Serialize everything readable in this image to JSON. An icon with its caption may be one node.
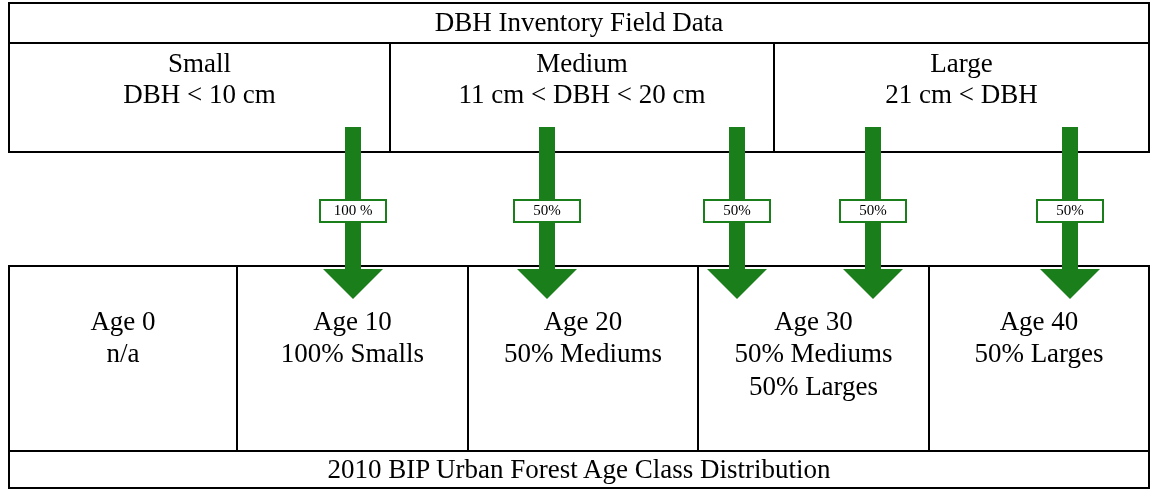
{
  "diagram": {
    "nodes": [
      {
        "text": [
          "DBH Inventory Field Data"
        ]
      },
      {
        "text": [
          "Small",
          "DBH < 10 cm"
        ]
      },
      {
        "text": [
          "Medium",
          "11 cm < DBH < 20 cm"
        ]
      },
      {
        "text": [
          "Large",
          "21 cm < DBH"
        ]
      },
      {
        "text": [
          "Age 0",
          "n/a"
        ]
      },
      {
        "text": [
          "Age 10",
          "100% Smalls"
        ]
      },
      {
        "text": [
          "Age 20",
          "50% Mediums"
        ]
      },
      {
        "text": [
          "Age 30",
          "50% Mediums 50% Larges"
        ]
      },
      {
        "text": [
          "Age 40",
          "50% Larges"
        ]
      },
      {
        "text": [
          "2010 BIP Urban Forest Age Class Distribution"
        ]
      }
    ],
    "edges": [
      {
        "from": 1,
        "to": 5,
        "arrow": "to",
        "label": "100 %"
      },
      {
        "from": 2,
        "to": 6,
        "arrow": "to",
        "label": "50%"
      },
      {
        "from": 2,
        "to": 7,
        "arrow": "to",
        "label": "50%"
      },
      {
        "from": 3,
        "to": 7,
        "arrow": "to",
        "label": "50%"
      },
      {
        "from": 3,
        "to": 8,
        "arrow": "to",
        "label": "50%"
      }
    ]
  }
}
